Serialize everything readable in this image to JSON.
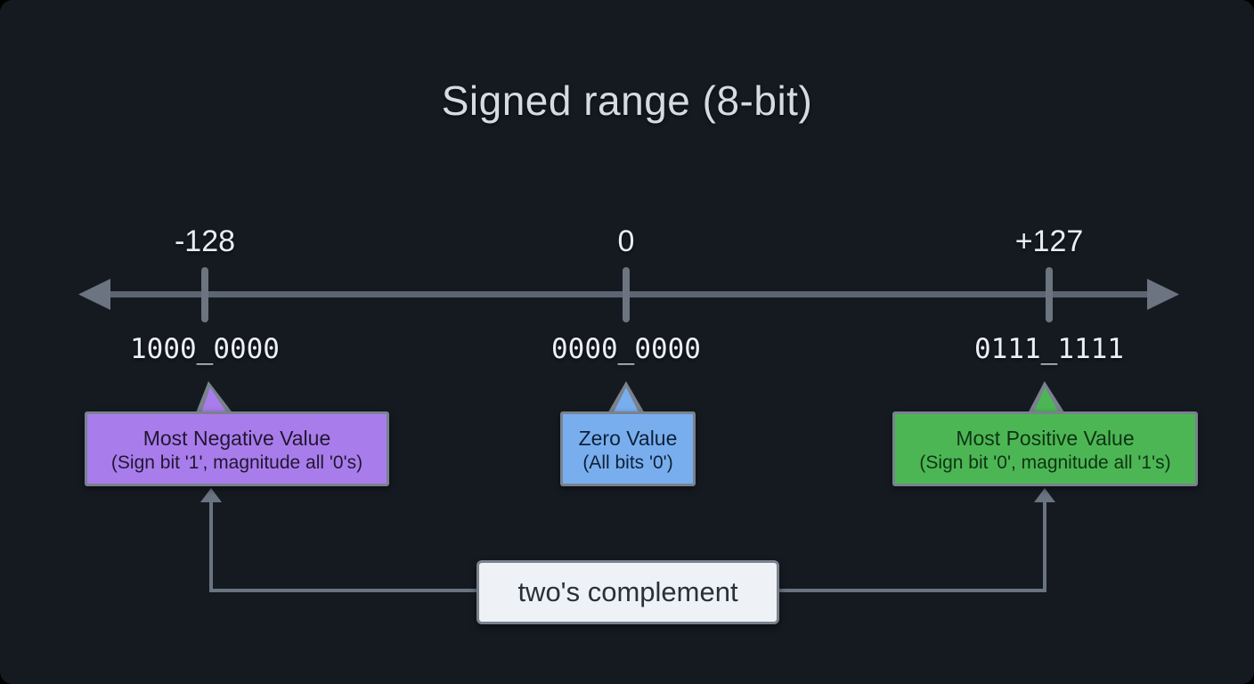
{
  "title": "Signed range (8-bit)",
  "colors": {
    "background": "#151a21",
    "axis": "#5c6571",
    "connector": "#6a7380",
    "negative_fill": "#a97ceb",
    "negative_text": "#201732",
    "zero_fill": "#79aeee",
    "zero_text": "#0e2137",
    "positive_fill": "#4db654",
    "positive_text": "#0d3413",
    "footer_fill": "#eef1f5"
  },
  "number_line": {
    "points": [
      {
        "value": "-128",
        "binary": "1000_0000"
      },
      {
        "value": "0",
        "binary": "0000_0000"
      },
      {
        "value": "+127",
        "binary": "0111_1111"
      }
    ]
  },
  "callouts": [
    {
      "title": "Most Negative Value",
      "subtitle": "(Sign bit '1', magnitude all '0's)"
    },
    {
      "title": "Zero Value",
      "subtitle": "(All bits '0')"
    },
    {
      "title": "Most Positive Value",
      "subtitle": "(Sign bit '0', magnitude all '1's)"
    }
  ],
  "footer": {
    "label": "two's complement"
  }
}
